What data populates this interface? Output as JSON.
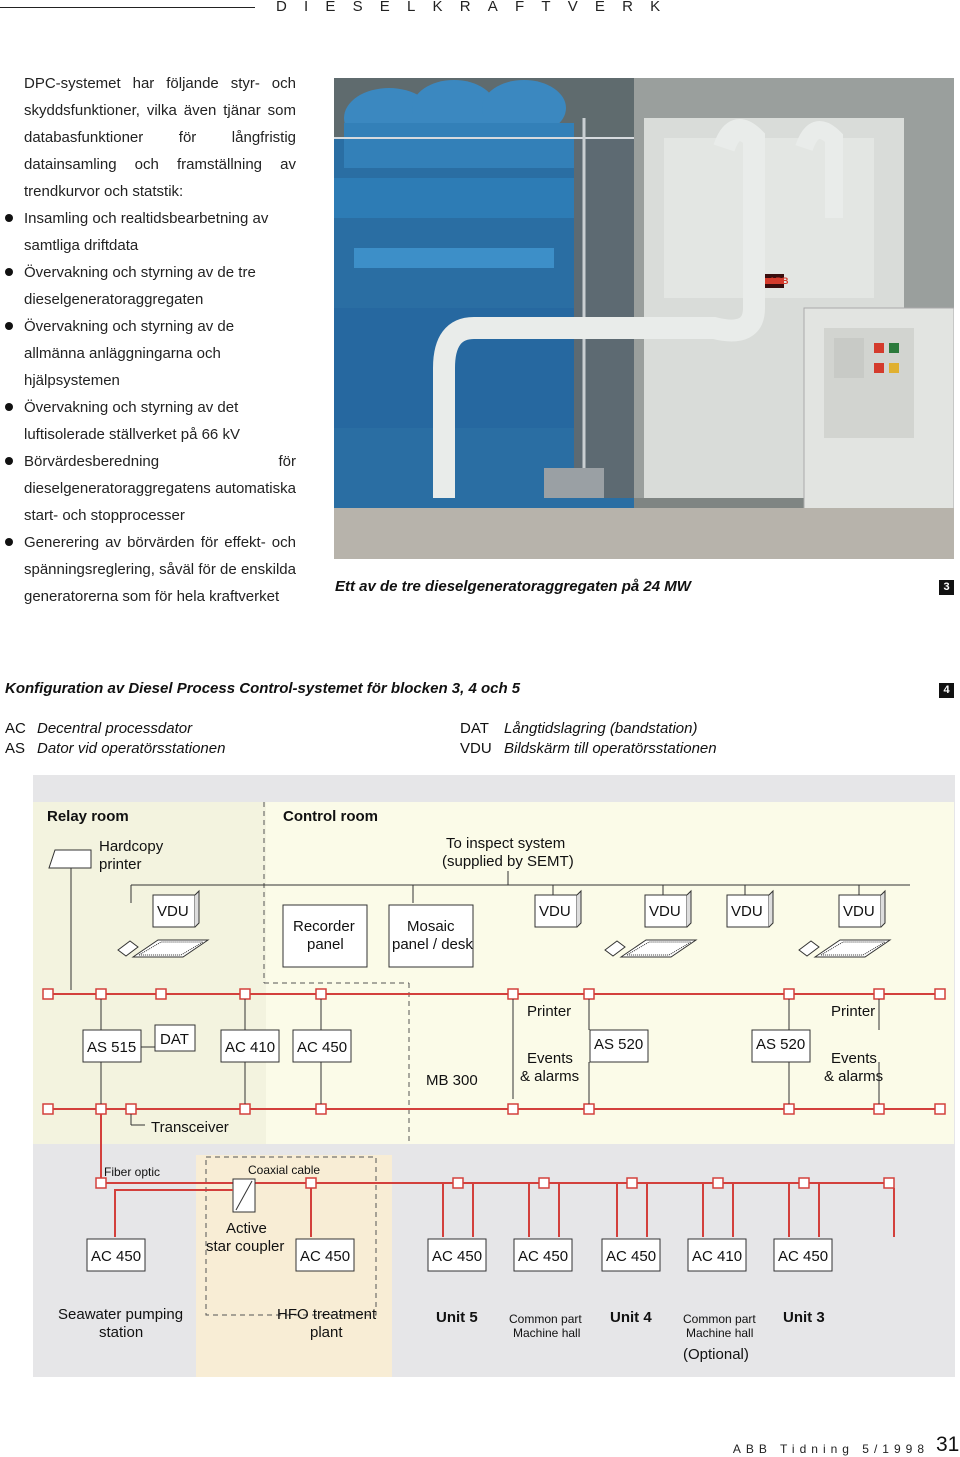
{
  "header": {
    "title": "DIESELKRAFTVERK"
  },
  "intro": {
    "lead": "DPC-systemet har följande styr- och skyddsfunktioner, vilka även tjänar som databasfunktioner för långfristig datainsamling och framställning av trendkurvor och statstik:",
    "bullets": [
      "Insamling och realtidsbearbetning av samtliga driftdata",
      "Övervakning och styrning av de tre dieselgeneratoraggregaten",
      "Övervakning och styrning av de allmänna anläggningarna och hjälpsystemen",
      "Övervakning och styrning av det luftisolerade ställverket på 66 kV",
      "Börvärdesberedning för dieselgeneratoraggregatens automatiska start- och stopprocesser",
      "Generering av börvärden för effekt- och spänningsreglering, såväl för de enskilda generatorerna som för hela kraftverket"
    ]
  },
  "figure3": {
    "caption": "Ett av de tre dieselgeneratoraggregaten på 24 MW",
    "number": "3",
    "photo_label": "ABB"
  },
  "figure4": {
    "title": "Konfiguration av Diesel Process Control-systemet för blocken 3, 4 och 5",
    "number": "4",
    "legend_left": [
      {
        "abbr": "AC",
        "desc": "Decentral processdator"
      },
      {
        "abbr": "AS",
        "desc": "Dator vid operatörsstationen"
      }
    ],
    "legend_right": [
      {
        "abbr": "DAT",
        "desc": "Långtidslagring (bandstation)"
      },
      {
        "abbr": "VDU",
        "desc": "Bildskärm till operatörsstationen"
      }
    ],
    "diagram": {
      "relay_room": "Relay room",
      "control_room": "Control room",
      "hardcopy": [
        "Hardcopy",
        "printer"
      ],
      "inspect": [
        "To inspect system",
        "(supplied by SEMT)"
      ],
      "vdu": "VDU",
      "recorder": [
        "Recorder",
        "panel"
      ],
      "mosaic": [
        "Mosaic",
        "panel / desk"
      ],
      "as515": "AS 515",
      "dat": "DAT",
      "ac410": "AC 410",
      "ac450": "AC 450",
      "mb300": "MB 300",
      "printer": "Printer",
      "as520": "AS 520",
      "events": [
        "Events",
        "& alarms"
      ],
      "transceiver": "Transceiver",
      "fiber": "Fiber optic",
      "coax": "Coaxial cable",
      "star": [
        "Active",
        "star coupler"
      ],
      "seawater": [
        "Seawater pumping",
        "station"
      ],
      "hfo": [
        "HFO treatment",
        "plant"
      ],
      "unit5": "Unit 5",
      "unit4": "Unit 4",
      "unit3": "Unit 3",
      "common": [
        "Common part",
        "Machine hall"
      ],
      "optional": "(Optional)"
    },
    "colors": {
      "relay_bg": "#f3f3df",
      "control_bg": "#fbfbe8",
      "hfo_bg": "#f8edd5",
      "bus": "#d3403c",
      "frame": "#e6e6e8"
    }
  },
  "footer": {
    "publication": "ABB Tidning 5/1998",
    "page": "31"
  }
}
